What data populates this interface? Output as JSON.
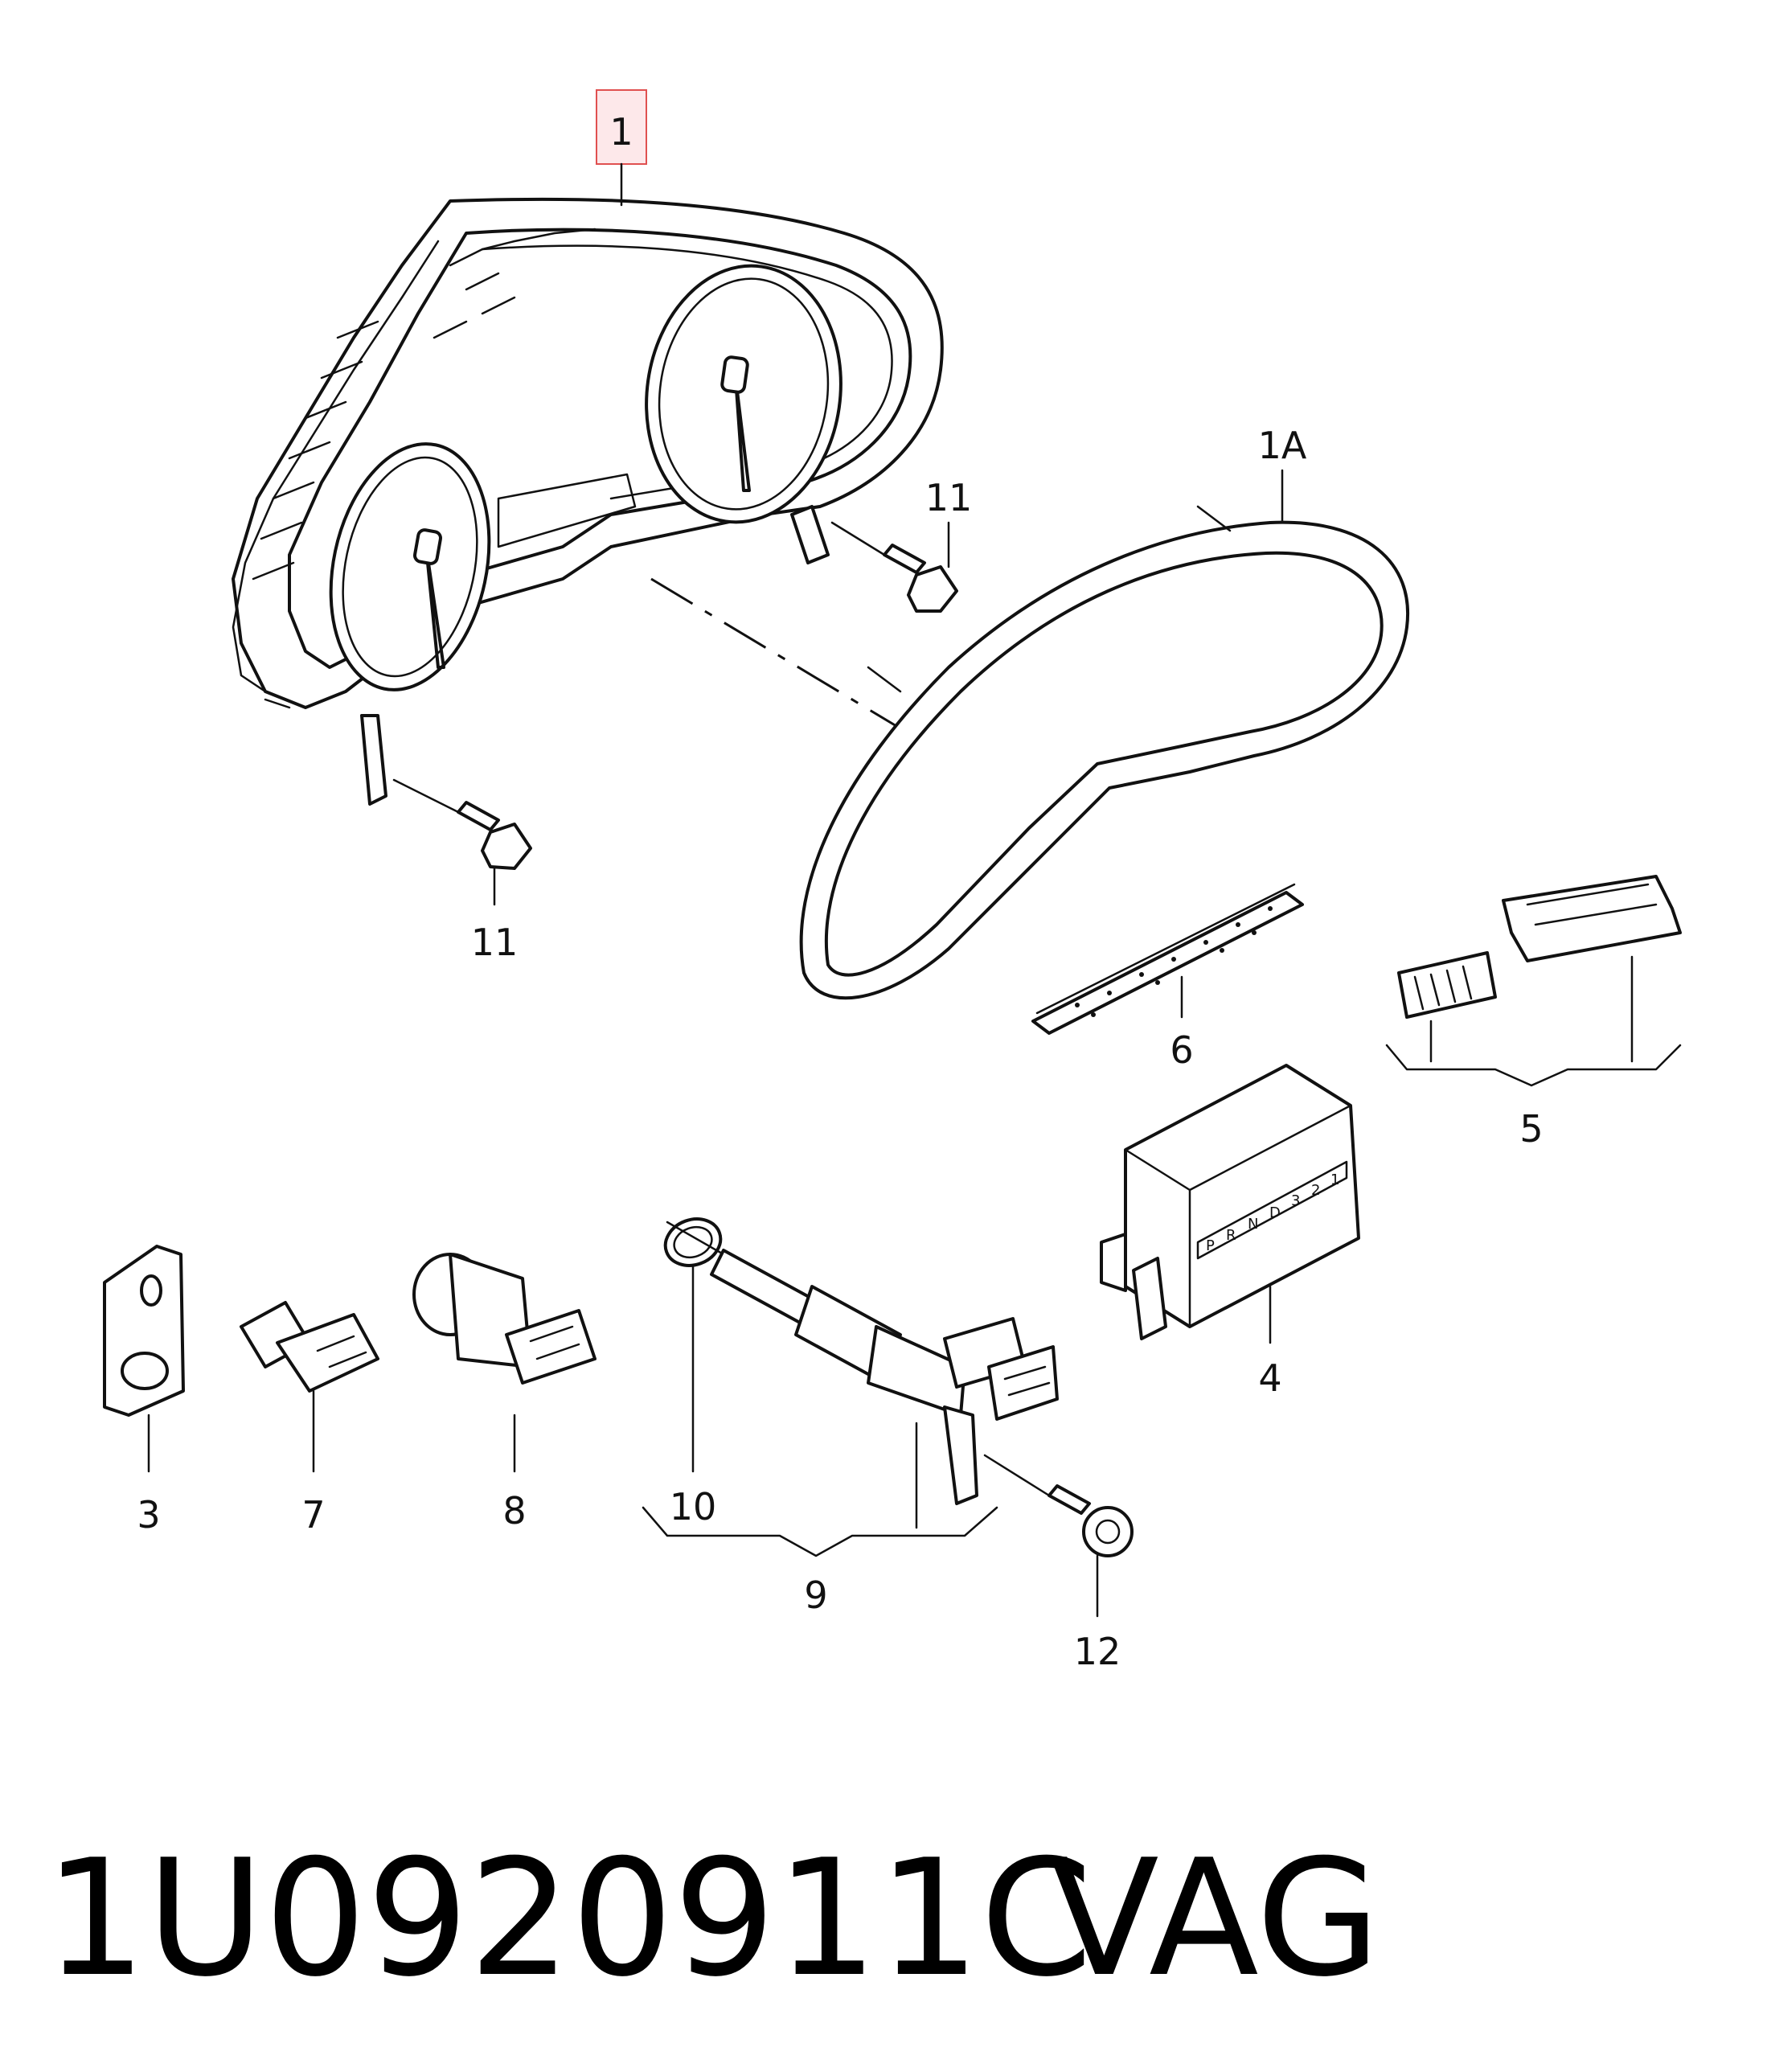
{
  "callouts": {
    "c1": "1",
    "c1A": "1A",
    "c11_top": "11",
    "c11_left": "11",
    "c6": "6",
    "c5": "5",
    "c4": "4",
    "c3": "3",
    "c7": "7",
    "c8": "8",
    "c10": "10",
    "c9": "9",
    "c12": "12"
  },
  "selector_letters": [
    "P",
    "R",
    "N",
    "D",
    "3",
    "2",
    "1"
  ],
  "part_number": "1U0920911C",
  "brand": "VAG",
  "highlight_color": "#e05050"
}
